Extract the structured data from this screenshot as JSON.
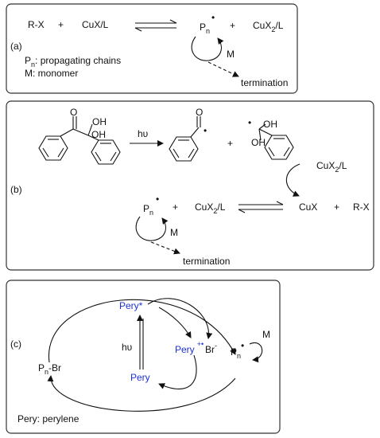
{
  "panel_a": {
    "tag": "(a)",
    "rx": "R-X",
    "plus1": "+",
    "cux_l": "CuX/L",
    "pn": "P",
    "pn_sub": "n",
    "radical_dot": "•",
    "plus2": "+",
    "cux2": "CuX",
    "cux2_sub": "2",
    "cux2_l": "/L",
    "m": "M",
    "termination": "termination",
    "legend_pn": "P",
    "legend_pn_sub": "n",
    "legend_pn_text": ": propagating chains",
    "legend_m": "M: monomer"
  },
  "panel_b": {
    "tag": "(b)",
    "oh": "OH",
    "o": "O",
    "hv": "hυ",
    "plus_radicals": "+",
    "radical_dot": "•",
    "cux2": "CuX",
    "cux2_sub": "2",
    "cux2_l": "/L",
    "pn": "P",
    "pn_sub": "n",
    "plus1": "+",
    "cux2b": "CuX",
    "cux2b_sub": "2",
    "cux2b_l": "/L",
    "cux": "CuX",
    "plus2": "+",
    "rx": "R-X",
    "m": "M",
    "termination": "termination"
  },
  "panel_c": {
    "tag": "(c)",
    "pn_br": "P",
    "pn_br_sub": "n",
    "pn_br_tail": "-Br",
    "pery_star": "Pery*",
    "hv": "hυ",
    "pery": "Pery",
    "pery_cation": "Pery",
    "cation_sup": "+•",
    "br": "Br",
    "br_sup": "-",
    "pn": "P",
    "pn_sub": "n",
    "radical_dot": "•",
    "m": "M",
    "legend": "Pery: perylene",
    "colors": {
      "species": "#1f2fd6",
      "ink": "#111111"
    }
  }
}
